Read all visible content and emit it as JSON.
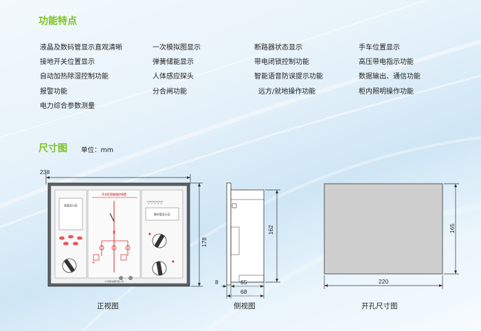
{
  "features_title": "功能特点",
  "features": [
    [
      "液晶及数码管显示直观清晰",
      "一次模拟图显示",
      "断路器状态显示",
      "手车位置显示"
    ],
    [
      "接地开关位置显示",
      "弹簧储能显示",
      "带电闭锁控制功能",
      "高压带电指示功能"
    ],
    [
      "自动加热除湿控制功能",
      "人体感应探头",
      "智能语音防误提示功能",
      "数据输出、通信功能"
    ],
    [
      "报警功能",
      "分合闸功能",
      "远方/就地操作功能",
      "柜内照明操作功能"
    ],
    [
      "电力综合参数测量"
    ]
  ],
  "dims_title": "尺寸图",
  "unit_label": "单位：mm",
  "dimensions": {
    "front_width": "238",
    "front_height": "178",
    "side_height": "162",
    "side_offset": "8",
    "side_depth": "65",
    "side_total": "68",
    "cutout_width": "220",
    "cutout_height": "165"
  },
  "panel_labels": {
    "title": "开关柜智能操控装置",
    "lcd": "液晶显示区",
    "digits": "数码管显示区",
    "maker": "XX智能电器有限公司"
  },
  "captions": {
    "front": "正视图",
    "side": "侧视图",
    "cutout": "开孔尺寸图"
  }
}
